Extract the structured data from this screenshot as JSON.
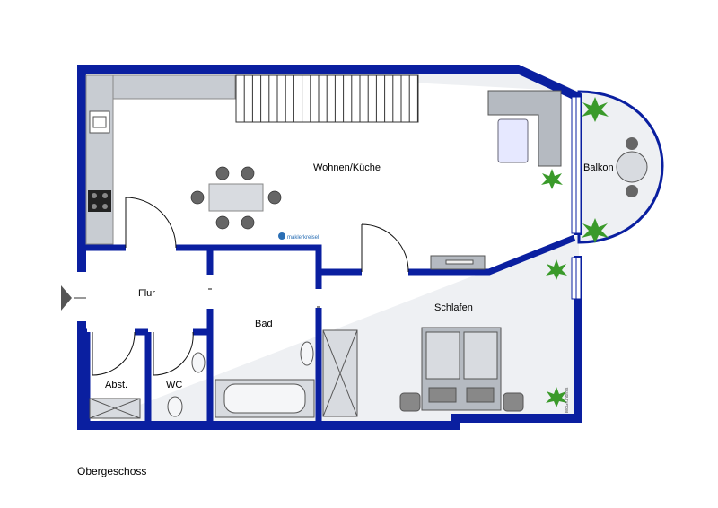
{
  "rooms": {
    "wohnen": "Wohnen/Küche",
    "balkon": "Balkon",
    "flur": "Flur",
    "bad": "Bad",
    "schlafen": "Schlafen",
    "abst": "Abst.",
    "wc": "WC"
  },
  "logo_text": "maklerkreisel",
  "vertical_credit": "McGrundriss",
  "caption": "Obergeschoss",
  "colors": {
    "wall": "#0a1fa0",
    "floor": "#eef0f3",
    "furniture": "#9aa0a8",
    "plant": "#3a9a2a"
  }
}
